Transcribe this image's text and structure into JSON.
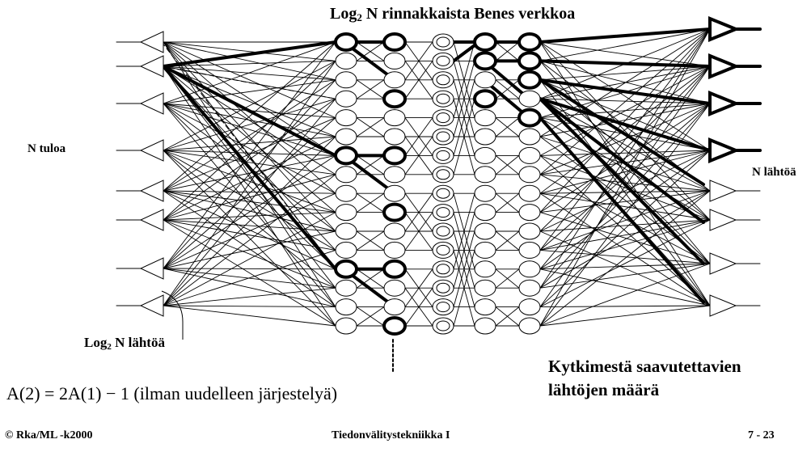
{
  "slide": {
    "title": {
      "prefix": "Log",
      "subscript": "2",
      "suffix": " N rinnakkaista Benes verkkoa"
    },
    "inputs_label": "N tuloa",
    "outputs_label": "N lähtöä",
    "log_outputs_label": {
      "prefix": "Log",
      "subscript": "2",
      "suffix": " N lähtöä"
    },
    "reachable_outputs": {
      "line1": "Kytkimestä saavutettavien",
      "line2": "lähtöjen määrä"
    },
    "formula": "A(2) = 2A(1) − 1 (ilman uudelleen järjestelyä)"
  },
  "footer": {
    "left": "© Rka/ML -k2000",
    "center": "Tiedonvälitystekniikka I",
    "right": "7 - 23"
  },
  "network": {
    "inputs": 8,
    "outputs": 8,
    "rows": 16,
    "stages": 5,
    "parallel_planes": 3,
    "colors": {
      "line": "#000000",
      "background": "#ffffff"
    }
  }
}
